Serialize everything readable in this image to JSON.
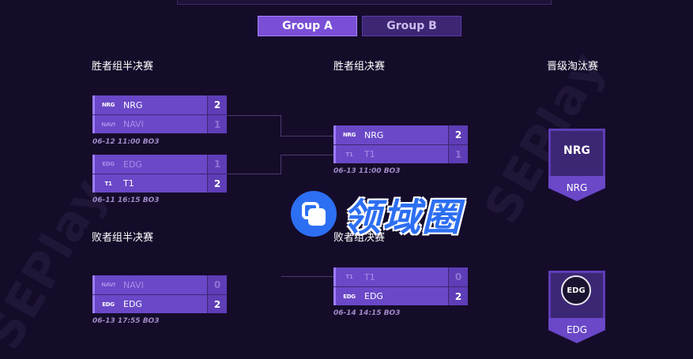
{
  "tabs": [
    {
      "label": "Group A",
      "active": true
    },
    {
      "label": "Group B",
      "active": false
    }
  ],
  "watermark": "SEPlay",
  "headings": {
    "winners_semi": "胜者组半决赛",
    "winners_final": "胜者组决赛",
    "advance": "晋级淘汰赛",
    "losers_semi": "败者组半决赛",
    "losers_final": "败者组决赛"
  },
  "matches": {
    "ws1": {
      "top": {
        "logo": "NRG",
        "team": "NRG",
        "score": "2"
      },
      "bottom": {
        "logo": "NAVI",
        "team": "NAVI",
        "score": "1"
      },
      "meta": "06-12 11:00  BO3"
    },
    "ws2": {
      "top": {
        "logo": "EDG",
        "team": "EDG",
        "score": "1"
      },
      "bottom": {
        "logo": "T1",
        "team": "T1",
        "score": "2"
      },
      "meta": "06-11 16:15  BO3"
    },
    "wf": {
      "top": {
        "logo": "NRG",
        "team": "NRG",
        "score": "2"
      },
      "bottom": {
        "logo": "T1",
        "team": "T1",
        "score": "1"
      },
      "meta": "06-13 11:00  BO3"
    },
    "ls": {
      "top": {
        "logo": "NAVI",
        "team": "NAVI",
        "score": "0"
      },
      "bottom": {
        "logo": "EDG",
        "team": "EDG",
        "score": "2"
      },
      "meta": "06-13 17:55  BO3"
    },
    "lf": {
      "top": {
        "logo": "T1",
        "team": "T1",
        "score": "0"
      },
      "bottom": {
        "logo": "EDG",
        "team": "EDG",
        "score": "2"
      },
      "meta": "06-14 14:15  BO3"
    }
  },
  "advanced": [
    {
      "logo": "NRG",
      "team": "NRG"
    },
    {
      "logo": "EDG",
      "team": "EDG"
    }
  ],
  "overlay_logo": {
    "text": "领域圈"
  },
  "colors": {
    "accent": "#7a4fd6",
    "background": "#150c2a",
    "overlay": "#2d6ff2"
  }
}
